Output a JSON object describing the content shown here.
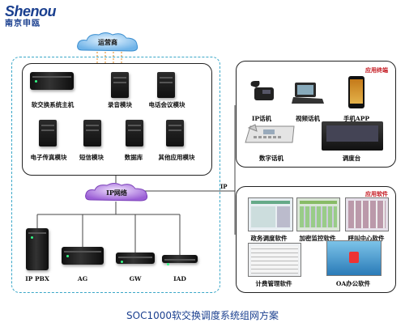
{
  "logo": {
    "brand": "Shenou",
    "sub": "南京申瓯"
  },
  "carrier": "运营商",
  "ip_network": "IP网络",
  "ip_link": "IP",
  "server_modules": [
    "软交换系统主机",
    "录音模块",
    "电话会议模块",
    "电子传真模块",
    "短信模块",
    "数据库",
    "其他应用模块"
  ],
  "gateways": [
    "IP PBX",
    "AG",
    "GW",
    "IAD"
  ],
  "terminals": {
    "tag": "应用终端",
    "items": [
      "IP话机",
      "视频话机",
      "手机APP",
      "数字话机",
      "调度台"
    ]
  },
  "software": {
    "tag": "应用软件",
    "items": [
      "政务调度软件",
      "加密监控软件",
      "呼叫中心软件",
      "计费管理软件",
      "OA办公软件"
    ]
  },
  "caption": "SOC1000软交换调度系统组网方案",
  "colors": {
    "brand": "#1a3f8f",
    "accent": "#c3141c",
    "dash": "#3aa7c8",
    "caption": "#1a3f8f"
  }
}
